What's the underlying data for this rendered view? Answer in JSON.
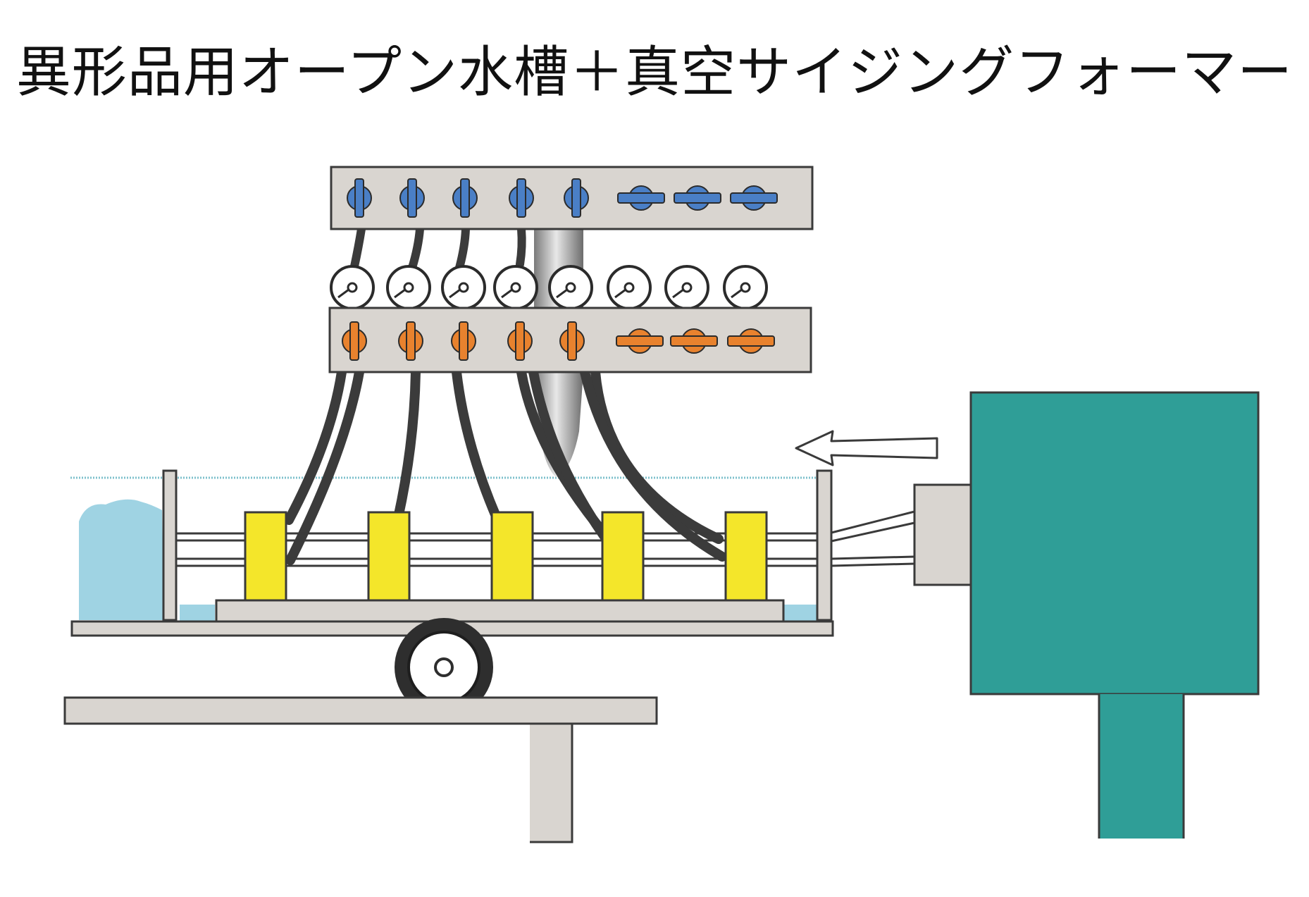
{
  "title": "異形品用オープン水槽＋真空サイジングフォーマー",
  "colors": {
    "panel": "#d9d5d0",
    "outline": "#3a3a3a",
    "blue_valve": "#4a7fc6",
    "orange_valve": "#e8822e",
    "hose": "#3b3b3b",
    "sizer_yellow": "#f4e62a",
    "water": "#9fd3e3",
    "extruder": "#2f9e97",
    "manifold_pipe": "#b9b9b9"
  },
  "components": {
    "upper_manifold": {
      "vertical_valves": 5,
      "horizontal_valves": 3,
      "valve_color": "blue"
    },
    "gauges": {
      "count": 8
    },
    "lower_manifold": {
      "vertical_valves": 5,
      "horizontal_valves": 3,
      "valve_color": "orange"
    },
    "sizers": {
      "count": 5
    },
    "extruder": {
      "icon": "extruder-die-block"
    },
    "flow_arrow": {
      "icon": "arrow-left-icon"
    }
  }
}
